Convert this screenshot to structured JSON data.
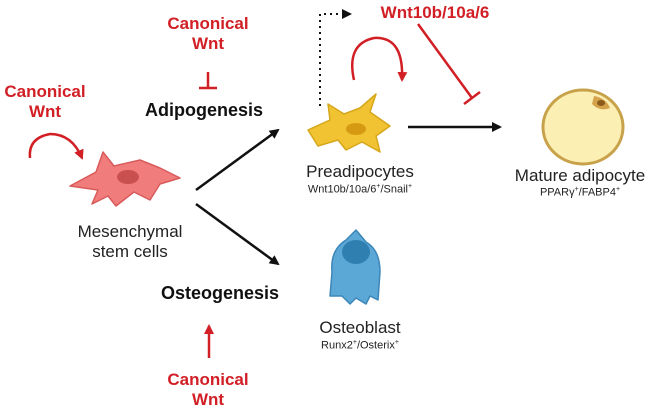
{
  "labels": {
    "canonical_wnt_left": [
      "Canonical",
      "Wnt"
    ],
    "canonical_wnt_top": [
      "Canonical",
      "Wnt"
    ],
    "canonical_wnt_bottom": [
      "Canonical",
      "Wnt"
    ],
    "wnt_top_right": "Wnt10b/10a/6",
    "adipogenesis": "Adipogenesis",
    "osteogenesis": "Osteogenesis"
  },
  "cells": {
    "msc": {
      "name": [
        "Mesenchymal",
        "stem cells"
      ],
      "color": "#f07c7c"
    },
    "preadipocytes": {
      "name": "Preadipocytes",
      "markers": "Wnt10b/10a/6<sup>+</sup>/Snail<sup>+</sup>",
      "color": "#f1c232"
    },
    "mature_adipocyte": {
      "name": "Mature adipocyte",
      "markers": "PPARγ<sup>+</sup>/FABP4<sup>+</sup>",
      "color": "#fcefb4"
    },
    "osteoblast": {
      "name": "Osteoblast",
      "markers": "Runx2<sup>+</sup>/Osterix<sup>+</sup>",
      "color": "#5ba8d6"
    }
  },
  "colors": {
    "activator": "#d21f25",
    "arrow": "#111111"
  }
}
